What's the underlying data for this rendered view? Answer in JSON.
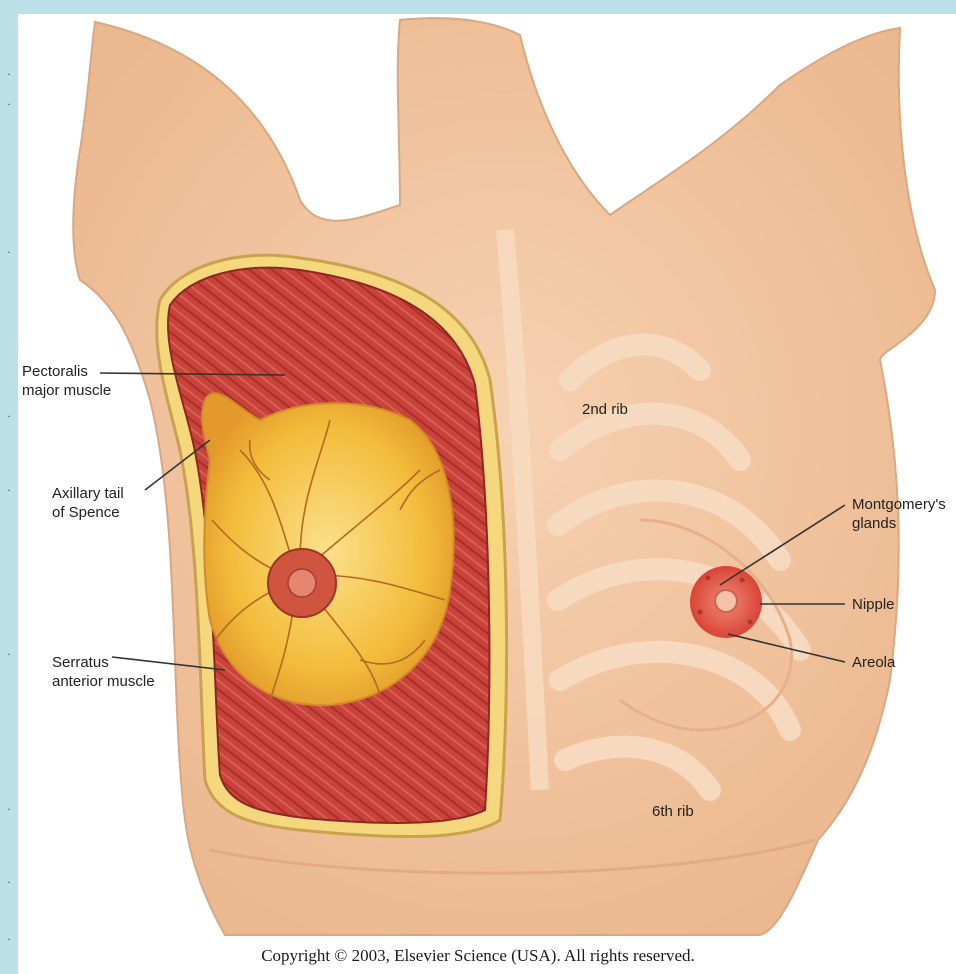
{
  "colors": {
    "frame": "#bcdfe8",
    "skin": "#f2c6a1",
    "muscle": "#c9433a",
    "gland": "#f3bd3c",
    "areola": "#e0574a"
  },
  "labels": {
    "pectoralis": [
      "Pectoralis",
      "major muscle"
    ],
    "axillary_tail": [
      "Axillary tail",
      "of Spence"
    ],
    "serratus": [
      "Serratus",
      "anterior muscle"
    ],
    "second_rib": "2nd rib",
    "sixth_rib": "6th rib",
    "montgomery": [
      "Montgomery's",
      "glands"
    ],
    "nipple": "Nipple",
    "areola": "Areola"
  },
  "copyright": "Copyright © 2003, Elsevier Science (USA). All rights reserved."
}
